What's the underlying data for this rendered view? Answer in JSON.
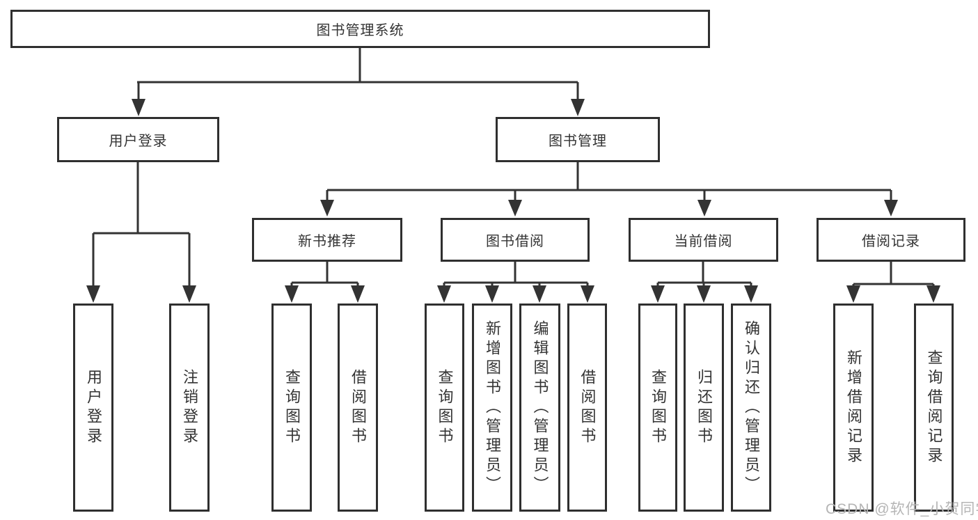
{
  "nodes": {
    "root": "图书管理系统",
    "branch_login": "用户登录",
    "branch_mgmt": "图书管理",
    "sub_new_books": "新书推荐",
    "sub_book_borrow": "图书借阅",
    "sub_current_borrow": "当前借阅",
    "sub_borrow_records": "借阅记录",
    "leaf_login_user": "用户登录",
    "leaf_login_logout": "注销登录",
    "leaf_nb_query": "查询图书",
    "leaf_nb_borrow": "借阅图书",
    "leaf_bb_query": "查询图书",
    "leaf_bb_add": "新增图书（管理员）",
    "leaf_bb_edit": "编辑图书（管理员）",
    "leaf_bb_borrow": "借阅图书",
    "leaf_cb_query": "查询图书",
    "leaf_cb_return": "归还图书",
    "leaf_cb_confirm": "确认归还（管理员）",
    "leaf_br_add": "新增借阅记录",
    "leaf_br_query": "查询借阅记录"
  },
  "watermark": "CSDN @软件_小贺同学",
  "colors": {
    "line": "#333333",
    "box_border": "#2f2f2f",
    "text": "#333333",
    "watermark": "#b5b5b5",
    "background": "#ffffff"
  }
}
